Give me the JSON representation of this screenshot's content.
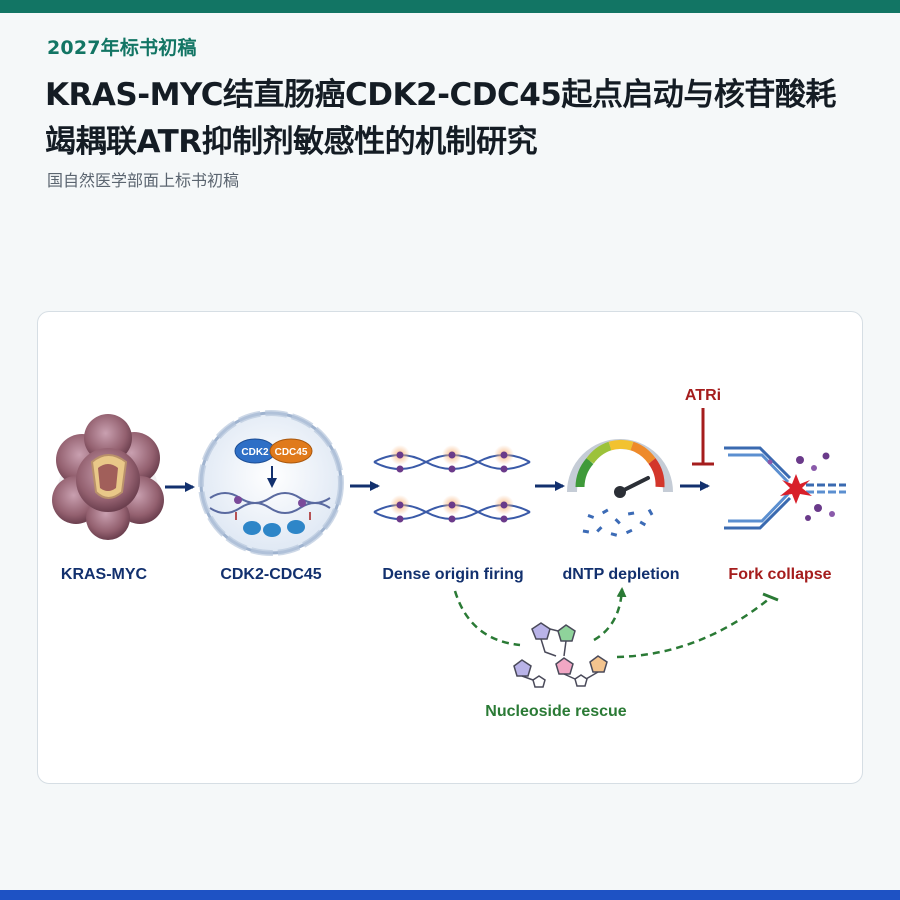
{
  "header": {
    "eyebrow": "2027年标书初稿",
    "title": "KRAS-MYC结直肠癌CDK2-CDC45起点启动与核苷酸耗竭耦联ATR抑制剂敏感性的机制研究",
    "subtitle": "国自然医学部面上标书初稿"
  },
  "diagram": {
    "nodes": {
      "kras": "KRAS-MYC",
      "cdk2_cdc45": "CDK2-CDC45",
      "cdk2": "CDK2",
      "cdc45": "CDC45",
      "origin": "Dense origin firing",
      "dntp": "dNTP depletion",
      "fork": "Fork collapse",
      "atri": "ATRi",
      "rescue": "Nucleoside rescue"
    },
    "colors": {
      "primary_teal": "#127564",
      "navy": "#12306e",
      "inhibitor_red": "#a51d1d",
      "rescue_green": "#2a7a35",
      "bottom_blue": "#1e52c4"
    }
  }
}
